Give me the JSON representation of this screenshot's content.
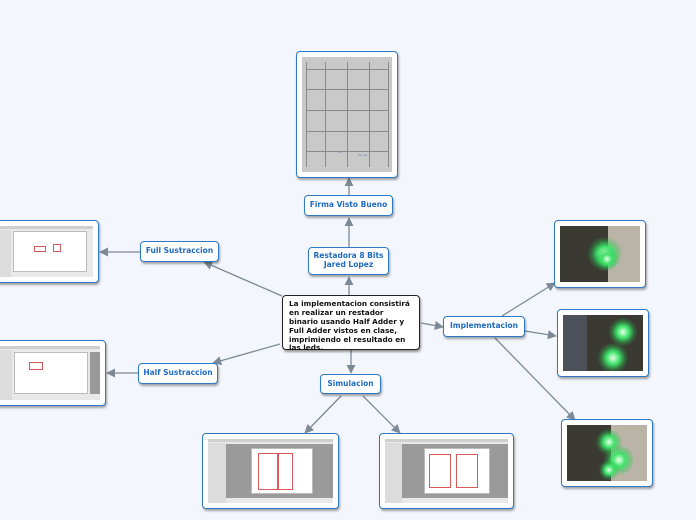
{
  "central": {
    "text": "La implementacion consistirá en realizar un restador binario usando Half Adder y Full Adder vistos en clase, imprimiendo el resultado en las leds."
  },
  "nodes": {
    "restadora": "Restadora 8 Bits\nJared Lopez",
    "firma": "Firma Visto Bueno",
    "full": "Full Sustraccion",
    "half": "Half Sustraccion",
    "simulacion": "Simulacion",
    "implementacion": "Implementacion"
  },
  "images": {
    "firma_photo": "signed-sheet-photo",
    "full_screenshot": "circuit-software-screenshot",
    "half_screenshot": "circuit-software-screenshot",
    "sim_screenshot_1": "circuit-software-screenshot",
    "sim_screenshot_2": "circuit-software-screenshot",
    "impl_photo_1": "led-board-photo",
    "impl_photo_2": "led-board-photo",
    "impl_photo_3": "led-board-photo"
  },
  "colors": {
    "node_border": "#2f7ac4",
    "node_text": "#1f6bbf",
    "connector": "#7d8a96",
    "background": "#f3f6fc"
  }
}
